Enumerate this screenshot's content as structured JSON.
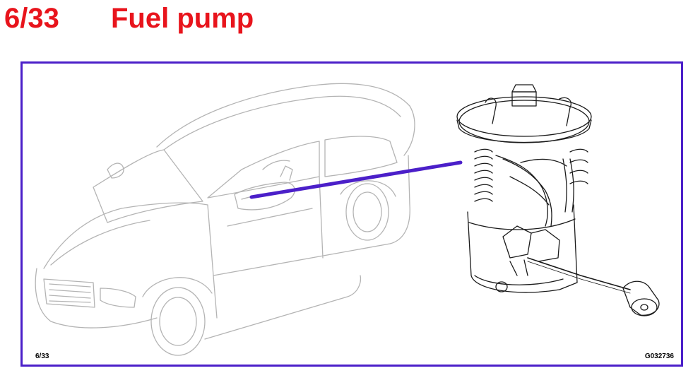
{
  "header": {
    "page_number": "6/33",
    "title": "Fuel pump"
  },
  "figure": {
    "figure_number": "6/33",
    "image_code": "G032736"
  },
  "colors": {
    "title_red": "#e8141c",
    "frame_blue": "#4b1fc9",
    "leader_line_blue": "#4b1fc9",
    "car_outline_gray": "#b4b4b4",
    "pump_line_black": "#1a1a1a"
  }
}
